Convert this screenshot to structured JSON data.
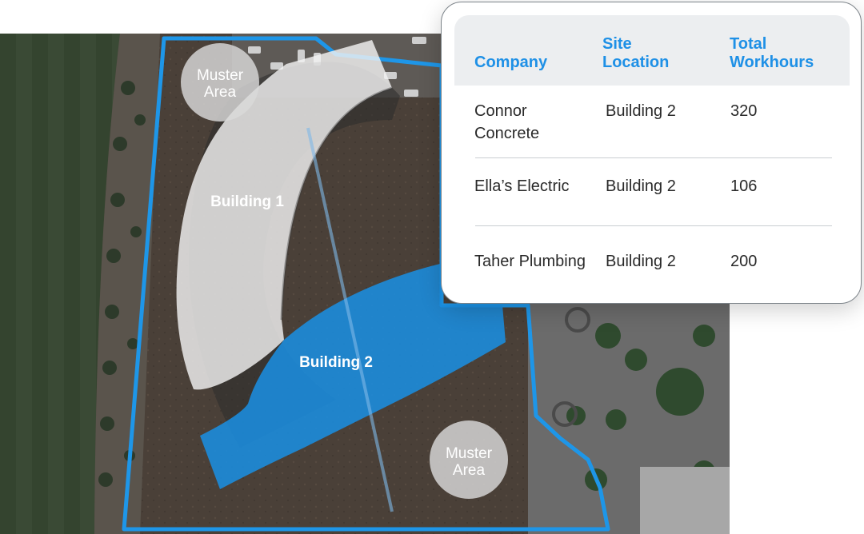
{
  "map": {
    "zones": [
      {
        "label": "Building 1"
      },
      {
        "label": "Building 2"
      }
    ],
    "muster_areas": [
      {
        "line1": "Muster",
        "line2": "Area"
      },
      {
        "line1": "Muster",
        "line2": "Area"
      }
    ],
    "colors": {
      "boundary": "#1e96e8",
      "building_2_fill": "#1a8fe3",
      "building_1_fill": "#f2f2f2",
      "muster_fill": "#d9d9d9",
      "header_text": "#1e90e6"
    }
  },
  "table": {
    "headers": [
      "Company",
      "Site\nLocation",
      "Total\nWorkhours"
    ],
    "rows": [
      {
        "company": "Connor\nConcrete",
        "site_location": "Building 2",
        "total_workhours": "320"
      },
      {
        "company": "Ella’s Electric",
        "site_location": "Building 2",
        "total_workhours": "106"
      },
      {
        "company": "Taher Plumbing",
        "site_location": "Building 2",
        "total_workhours": "200"
      }
    ]
  }
}
